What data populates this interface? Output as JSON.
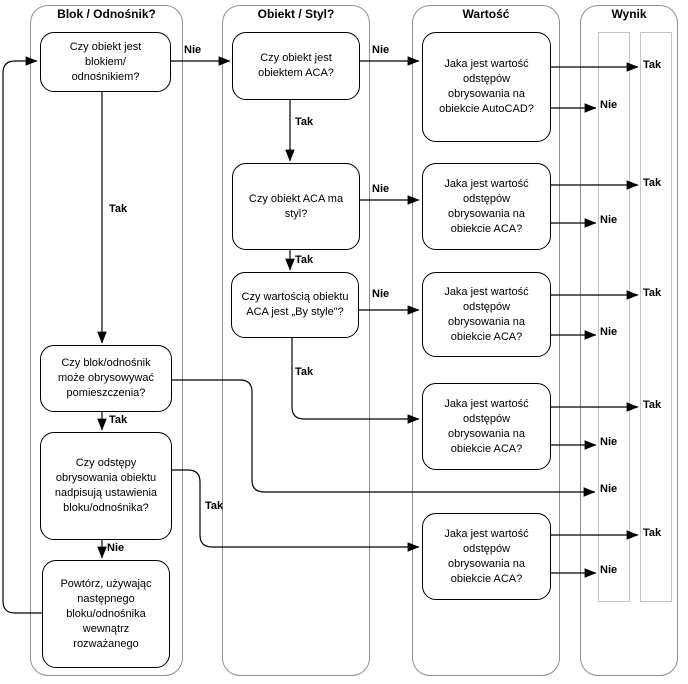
{
  "diagram": {
    "columns": [
      {
        "title": "Blok / Odnośnik?"
      },
      {
        "title": "Obiekt / Styl?"
      },
      {
        "title": "Wartość"
      },
      {
        "title": "Wynik"
      }
    ],
    "nodes": {
      "block_question": "Czy obiekt jest\nblokiem/\nodnośnikiem?",
      "bound_rooms_question": "Czy blok/odnośnik\nmoże obrysowywać\npomieszczenia?",
      "override_question": "Czy odstępy\nobrysowania obiektu\nnadpisują ustawienia\nbloku/odnośnika?",
      "repeat_instruction": "Powtórz, używając\nnastępnego\nbloku/odnośnika\nwewnątrz\nrozważanego",
      "aca_object_question": "Czy obiekt jest\nobiektem ACA?",
      "aca_style_question": "Czy obiekt ACA ma\nstyl?",
      "by_style_question": "Czy wartością obiektu\nACA jest „By style\"?",
      "value_autocad_question": "Jaka jest wartość\nodstępów\nobrysowania na\nobiekcie AutoCAD?",
      "value_aca_question_1": "Jaka jest wartość\nodstępów\nobrysowania na\nobiekcie ACA?",
      "value_aca_question_2": "Jaka jest wartość\nodstępów\nobrysowania na\nobiekcie ACA?",
      "value_aca_question_3": "Jaka jest wartość\nodstępów\nobrysowania na\nobiekcie ACA?",
      "value_aca_question_4": "Jaka jest wartość\nodstępów\nobrysowania na\nobiekcie ACA?"
    },
    "labels": {
      "yes": "Tak",
      "no": "Nie"
    },
    "colors": {
      "frame_border": "#8f8f8f",
      "lane_border": "#c4c4c4",
      "node_border": "#000000",
      "arrow": "#000000",
      "background": "#ffffff"
    }
  }
}
